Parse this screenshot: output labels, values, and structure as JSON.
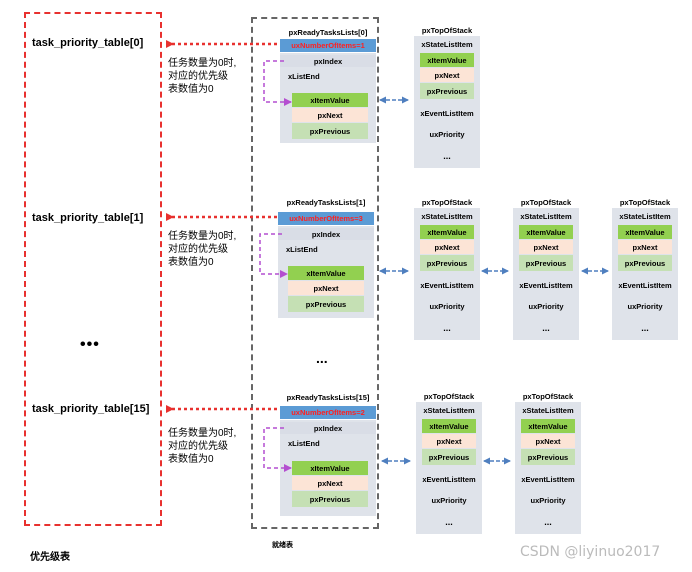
{
  "priority_table": {
    "rows": [
      {
        "label": "task_priority_table[0]",
        "note_lines": [
          "任务数量为0时,",
          "对应的优先级",
          "表数值为0"
        ]
      },
      {
        "label": "task_priority_table[1]",
        "note_lines": [
          "任务数量为0时,",
          "对应的优先级",
          "表数值为0"
        ]
      },
      {
        "label": "task_priority_table[15]",
        "note_lines": [
          "任务数量为0时,",
          "对应的优先级",
          "表数值为0"
        ]
      }
    ],
    "ellipsis": "•••",
    "caption": "优先级表"
  },
  "ready_lists": {
    "lists": [
      {
        "title": "pxReadyTasksLists[0]",
        "count": "uxNumberOfItems=1",
        "index": "pxIndex",
        "end": "xListEnd",
        "item_value": "xItemValue",
        "next": "pxNext",
        "previous": "pxPrevious"
      },
      {
        "title": "pxReadyTasksLists[1]",
        "count": "uxNumberOfItems=3",
        "index": "pxIndex",
        "end": "xListEnd",
        "item_value": "xItemValue",
        "next": "pxNext",
        "previous": "pxPrevious"
      },
      {
        "title": "pxReadyTasksLists[15]",
        "count": "uxNumberOfItems=2",
        "index": "pxIndex",
        "end": "xListEnd",
        "item_value": "xItemValue",
        "next": "pxNext",
        "previous": "pxPrevious"
      }
    ],
    "ellipsis": "...",
    "caption": "就绪表"
  },
  "tcb": {
    "top": "pxTopOfStack",
    "state": "xStateListItem",
    "item_value": "xItemValue",
    "next": "pxNext",
    "previous": "pxPrevious",
    "event": "xEventListItem",
    "priority": "uxPriority",
    "more": "..."
  },
  "watermark": "CSDN @liyinuo2017",
  "colors": {
    "red_dashed": "#e8312f",
    "purple_dashed": "#b44fd0",
    "blue_arrow": "#4f7fbf",
    "count_cell": "#5b9bd5",
    "item_value": "#92d050",
    "next": "#fce4d6",
    "previous": "#c5e0b4",
    "panel": "#dfe3ea"
  }
}
